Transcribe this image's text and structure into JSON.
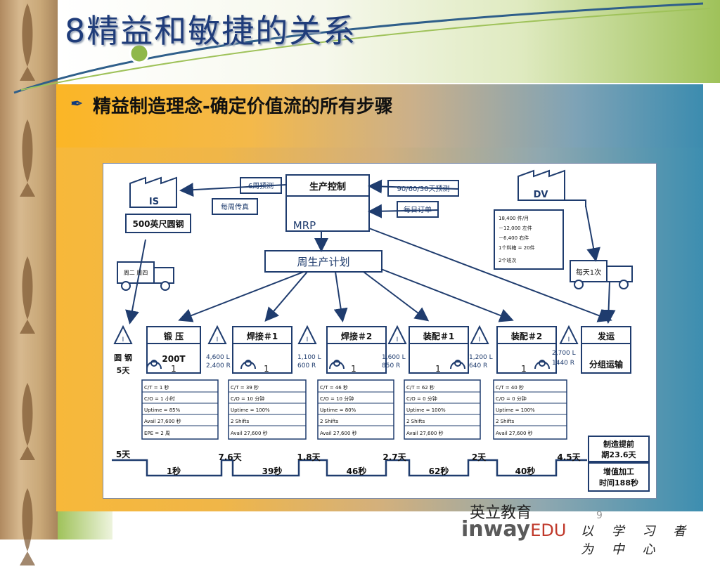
{
  "slide": {
    "title": "8精益和敏捷的关系",
    "heading": "精益制造理念-确定价值流的所有步骤",
    "page_number": "9",
    "logo_text": "inway",
    "logo_edu": "EDU",
    "logo_top": "英立教育",
    "slogan": "以 学 习 者 为 中 心"
  },
  "vsm": {
    "supplier": "IS",
    "customer": "DV",
    "control": "生产控制",
    "mrp": "MRP",
    "forecast_supplier": "6周预测",
    "fax_supplier": "每周传真",
    "forecast_customer": "90/60/30天预测",
    "daily_order": "每日订单",
    "weekly_plan": "周生产计划",
    "material": "500英尺圆钢",
    "truck_in": "周二 周四",
    "truck_out": "每天1次",
    "demand_lines": [
      "18,400 件/月",
      "－12,000 左件",
      "－6,400 右件",
      "1个料箱 = 20件",
      "2个班次"
    ],
    "steel_inv": "圆 钢",
    "steel_days": "5天",
    "processes": [
      {
        "name": "锻 压",
        "sub": "200T",
        "ops": "1",
        "data": [
          "C/T = 1 秒",
          "C/O = 1 小时",
          "Uptime = 85%",
          "Avail 27,600 秒",
          "EPE = 2 周"
        ]
      },
      {
        "name": "焊接＃1",
        "sub": "",
        "ops": "1",
        "data": [
          "C/T = 39 秒",
          "C/O = 10 分钟",
          "Uptime = 100%",
          "2 Shifts",
          "Avail 27,600 秒"
        ]
      },
      {
        "name": "焊接＃2",
        "sub": "",
        "ops": "1",
        "data": [
          "C/T = 46 秒",
          "C/O = 10 分钟",
          "Uptime = 80%",
          "2 Shifts",
          "Avail 27,600 秒"
        ]
      },
      {
        "name": "装配＃1",
        "sub": "",
        "ops": "1",
        "data": [
          "C/T = 62 秒",
          "C/O = 0 分钟",
          "Uptime = 100%",
          "2 Shifts",
          "Avail 27,600 秒"
        ]
      },
      {
        "name": "装配＃2",
        "sub": "",
        "ops": "1",
        "data": [
          "C/T = 40 秒",
          "C/O = 0 分钟",
          "Uptime = 100%",
          "2 Shifts",
          "Avail 27,600 秒"
        ]
      },
      {
        "name": "发运",
        "sub": "分组运输",
        "ops": "",
        "data": []
      }
    ],
    "inventories": [
      {
        "l": "4,600 L",
        "r": "2,400 R"
      },
      {
        "l": "1,100 L",
        "r": "600  R"
      },
      {
        "l": "1,600 L",
        "r": "850  R"
      },
      {
        "l": "1,200 L",
        "r": "640  R"
      },
      {
        "l": "2,700 L",
        "r": "1440  R"
      }
    ],
    "timeline_days": [
      "5天",
      "7.6天",
      "1.8天",
      "2.7天",
      "2天",
      "4.5天"
    ],
    "timeline_secs": [
      "1秒",
      "39秒",
      "46秒",
      "62秒",
      "40秒"
    ],
    "lead_time": "制造提前 期23.6天",
    "value_time": "增值加工 时间188秒"
  }
}
